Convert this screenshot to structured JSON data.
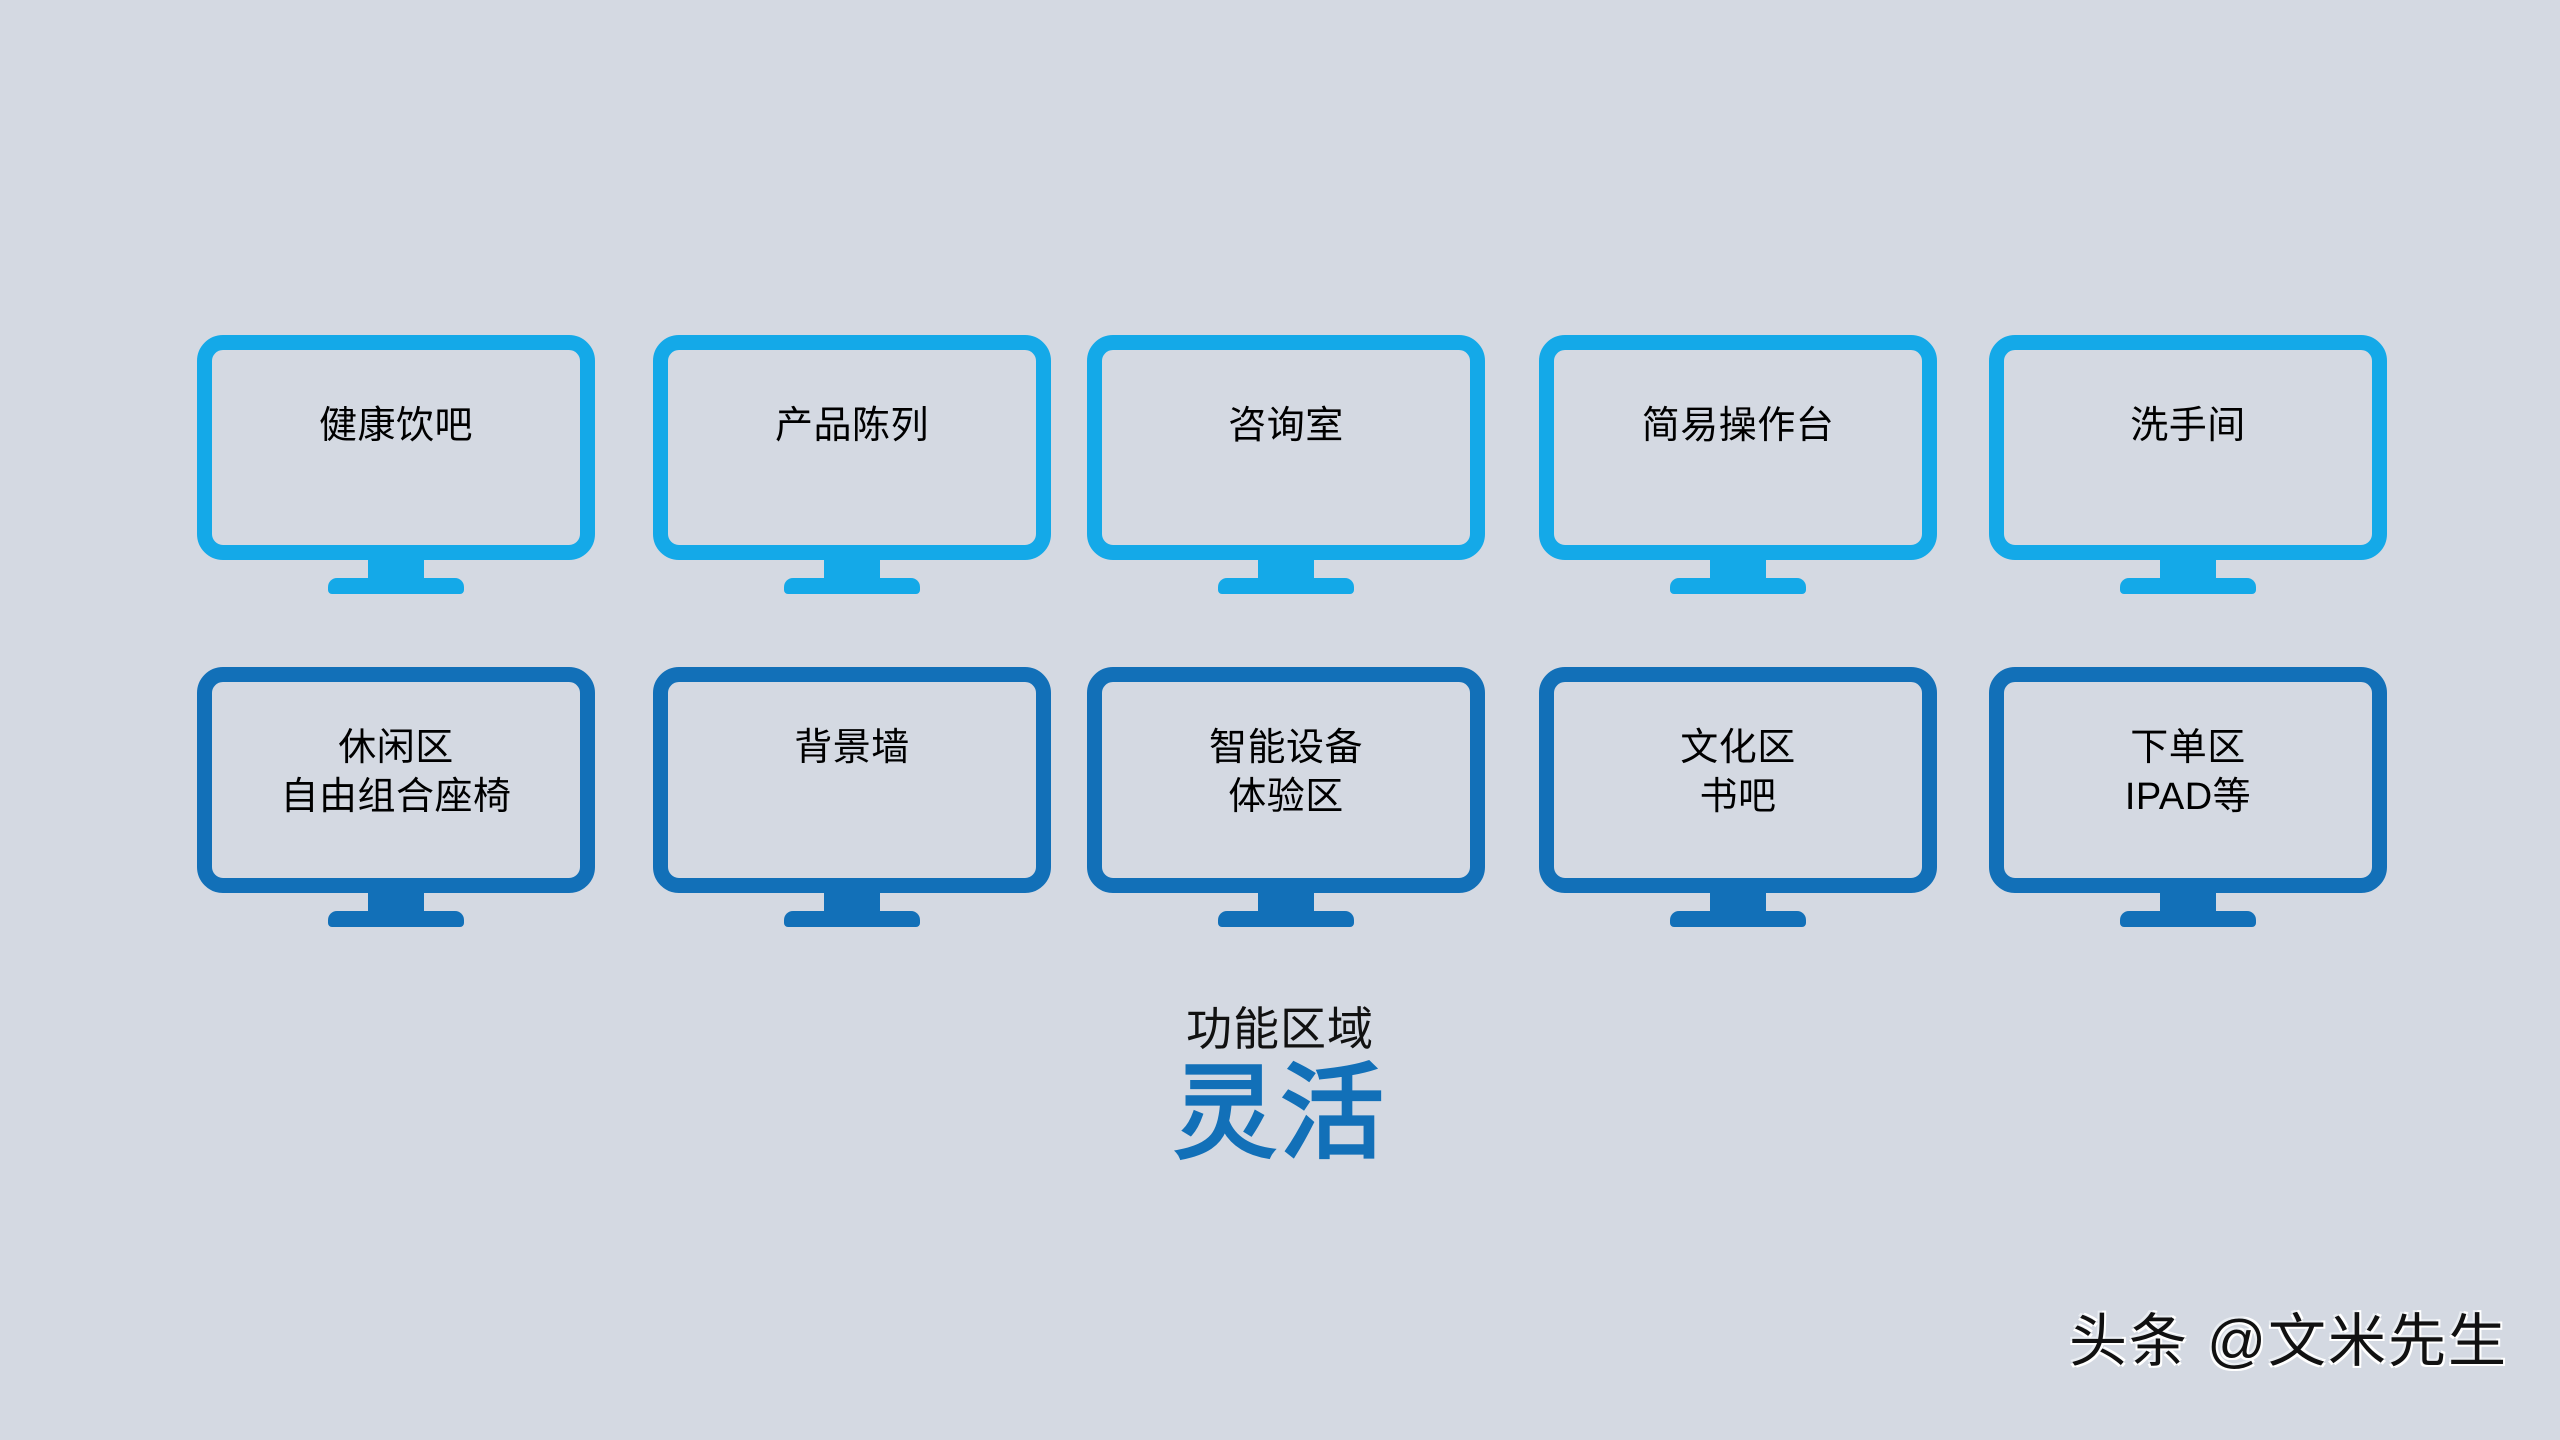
{
  "slide": {
    "background_color": "#d4d9e2",
    "accent_light": "#14a9e8",
    "accent_dark": "#1270b8"
  },
  "rows": [
    {
      "name": "row-one",
      "color": "#14a9e8",
      "cards": [
        {
          "label": "健康饮吧"
        },
        {
          "label": "产品陈列"
        },
        {
          "label": "咨询室"
        },
        {
          "label": "简易操作台"
        },
        {
          "label": "洗手间"
        }
      ]
    },
    {
      "name": "row-two",
      "color": "#1270b8",
      "cards": [
        {
          "label": "休闲区\n自由组合座椅"
        },
        {
          "label": "背景墙"
        },
        {
          "label": "智能设备\n体验区"
        },
        {
          "label": "文化区\n书吧"
        },
        {
          "label": "下单区\nIPAD等"
        }
      ]
    }
  ],
  "caption": {
    "small": "功能区域",
    "big": "灵活"
  },
  "watermark": {
    "text": "头条 @文米先生"
  }
}
